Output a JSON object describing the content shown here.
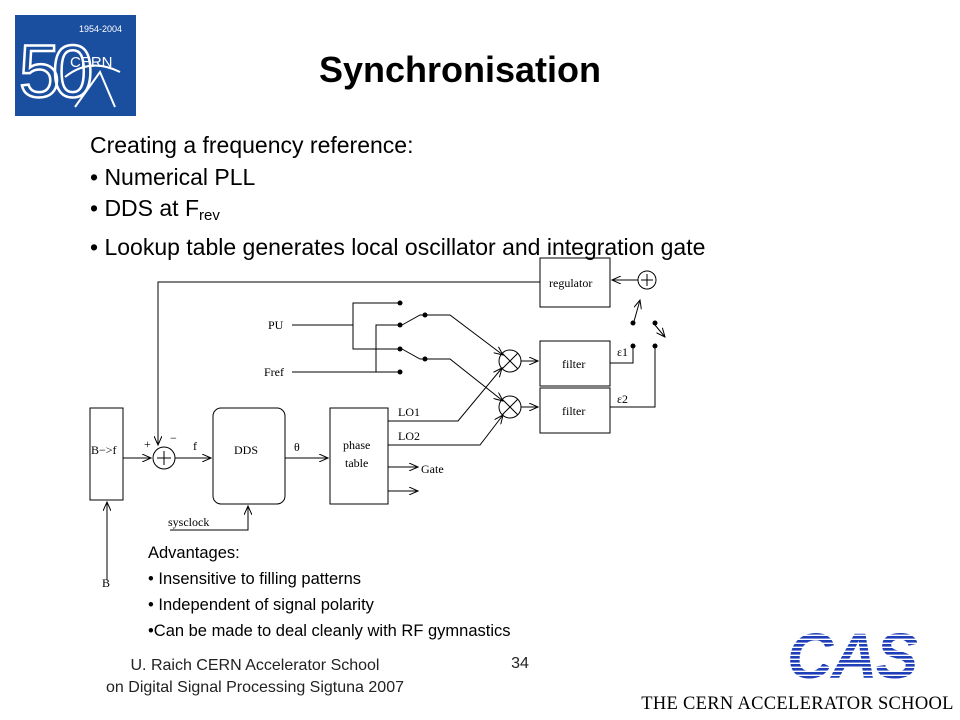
{
  "slide": {
    "title": "Synchronisation",
    "bullets": {
      "intro": "Creating a frequency reference:",
      "item1": "• Numerical PLL",
      "item2_main": "• DDS at F",
      "item2_sub": "rev",
      "item3": "• Lookup table generates local oscillator and integration gate"
    },
    "advantages": {
      "heading": "Advantages:",
      "item1": "• Insensitive to filling patterns",
      "item2": "• Independent of signal polarity",
      "item3": "•Can be made to deal cleanly with RF gymnastics"
    }
  },
  "diagram": {
    "regulator": "regulator",
    "filter1": "filter",
    "filter2": "filter",
    "pu": "PU",
    "fref": "Fref",
    "eps1": "ε1",
    "eps2": "ε2",
    "b_to_f": "B−>f",
    "dds": "DDS",
    "phase_table_line1": "phase",
    "phase_table_line2": "table",
    "f_label": "f",
    "theta": "θ",
    "lo1": "LO1",
    "lo2": "LO2",
    "gate": "Gate",
    "sysclock": "sysclock",
    "b_input": "B",
    "plus": "+",
    "minus": "−"
  },
  "footer": {
    "line1": "U. Raich  CERN Accelerator School",
    "line2": "on Digital Signal Processing  Sigtuna 2007",
    "page": "34"
  },
  "logo": {
    "years": "1954-2004",
    "cern": "CERN",
    "fifty": "50"
  },
  "cas": {
    "letters": "CAS",
    "name": "THE CERN ACCELERATOR SCHOOL"
  },
  "colors": {
    "logo_bg": "#1a4fa0",
    "cas_blue": "#1f3fb8"
  }
}
